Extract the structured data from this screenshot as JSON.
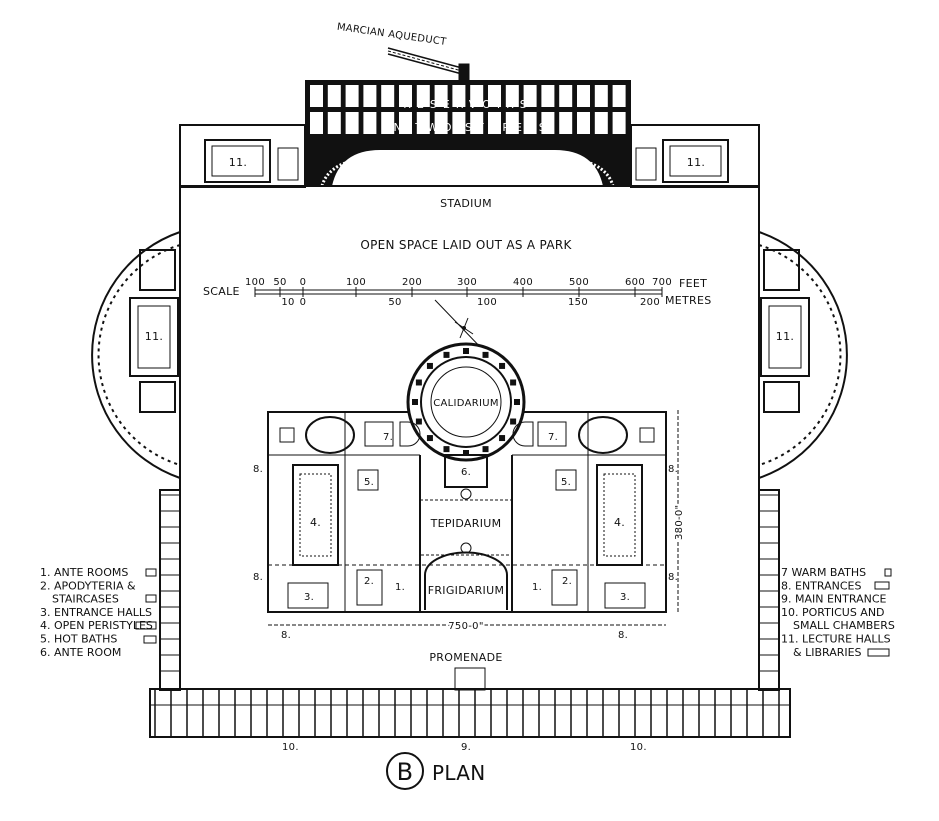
{
  "title": {
    "letter": "B",
    "text": "PLAN"
  },
  "aqueduct_label": "MARCIAN AQUEDUCT",
  "reservoirs": {
    "line1": "RESERVOIRS",
    "line2": "IN TWO STOREYS"
  },
  "stadium_label": "STADIUM",
  "park_label": "OPEN SPACE LAID OUT AS A PARK",
  "promenade_label": "PROMENADE",
  "scale": {
    "label": "SCALE",
    "feet_unit": "FEET",
    "metres_unit": "METRES",
    "feet_ticks": [
      "100",
      "50",
      "0",
      "100",
      "200",
      "300",
      "400",
      "500",
      "600",
      "700"
    ],
    "metre_ticks": [
      "10",
      "0",
      "50",
      "100",
      "150",
      "200"
    ]
  },
  "rooms": {
    "calidarium": "CALIDARIUM",
    "tepidarium": "TEPIDARIUM",
    "frigidarium": "FRIGIDARIUM"
  },
  "dimensions": {
    "width": "750-0\"",
    "depth": "380-0\""
  },
  "numbers": {
    "n1": "1.",
    "n2": "2.",
    "n3": "3.",
    "n4": "4.",
    "n5": "5.",
    "n6": "6.",
    "n7": "7.",
    "n8": "8.",
    "n9": "9.",
    "n10": "10.",
    "n11": "11."
  },
  "legend_left": [
    "1. ANTE ROOMS",
    "2. APODYTERIA &",
    "STAIRCASES",
    "3. ENTRANCE HALLS",
    "4. OPEN PERISTYLES",
    "5. HOT BATHS",
    "6. ANTE ROOM"
  ],
  "legend_right": [
    "7 WARM BATHS",
    "8. ENTRANCES",
    "9. MAIN ENTRANCE",
    "10. PORTICUS AND",
    "SMALL CHAMBERS",
    "11. LECTURE HALLS",
    "& LIBRARIES"
  ]
}
